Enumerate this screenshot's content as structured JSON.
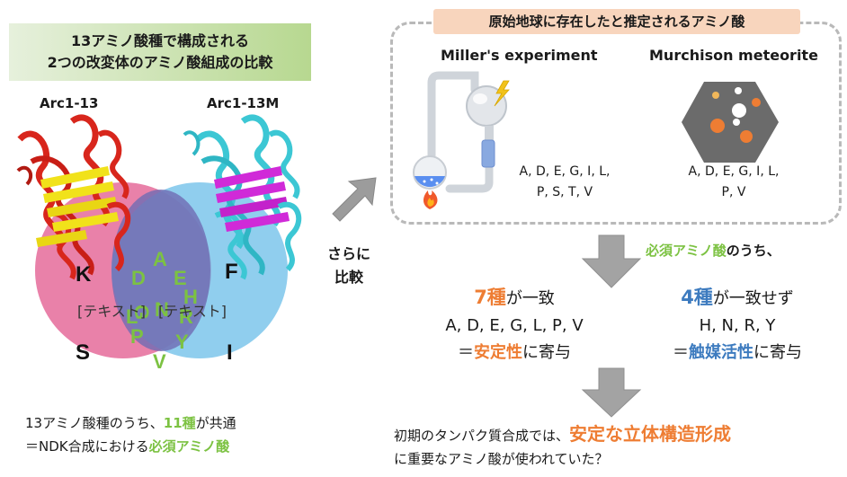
{
  "left": {
    "banner_line1": "13アミノ酸種で構成される",
    "banner_line2": "2つの改変体のアミノ酸組成の比較",
    "label_arc13": "Arc1-13",
    "label_arc13m": "Arc1-13M",
    "venn": {
      "left_only": [
        "K",
        "S"
      ],
      "right_only": [
        "F",
        "I"
      ],
      "common": [
        "A",
        "D",
        "E",
        "G",
        "H",
        "L",
        "N",
        "P",
        "R",
        "V",
        "Y"
      ],
      "placeholder_left": "[テキスト]",
      "placeholder_right": "[テキスト]"
    },
    "caption_line1_a": "13アミノ酸種のうち、",
    "caption_line1_b": "11種",
    "caption_line1_c": "が共通",
    "caption_line2_a": "＝NDK合成における",
    "caption_line2_b": "必須アミノ酸"
  },
  "middle": {
    "compare_line1": "さらに",
    "compare_line2": "比較"
  },
  "right": {
    "banner": "原始地球に存在したと推定されるアミノ酸",
    "miller_title": "Miller's experiment",
    "miller_aa_line1": "A, D, E, G, I, L,",
    "miller_aa_line2": "P, S, T, V",
    "murchison_title": "Murchison meteorite",
    "murchison_aa_line1": "A, D, E, G, I, L,",
    "murchison_aa_line2": "P, V",
    "essential_a": "必須アミノ酸",
    "essential_b": "のうち、",
    "match_num": "7種",
    "match_text": "が一致",
    "match_aa": "A, D, E, G, L, P, V",
    "match_eq": "＝",
    "match_role": "安定性",
    "match_contrib": "に寄与",
    "nomatch_num": "4種",
    "nomatch_text": "が一致せず",
    "nomatch_aa": "H, N, R, Y",
    "nomatch_eq": "＝",
    "nomatch_role": "触媒活性",
    "nomatch_contrib": "に寄与",
    "conclusion_line1_a": "初期のタンパク質合成では、",
    "conclusion_line1_b": "安定な立体構造形成",
    "conclusion_line2": "に重要なアミノ酸が使われていた？"
  },
  "colors": {
    "green": "#7cc242",
    "orange": "#ee7d33",
    "blue": "#3d7bbf",
    "venn_left": "#e56b9a",
    "venn_right": "#6bbde8"
  }
}
